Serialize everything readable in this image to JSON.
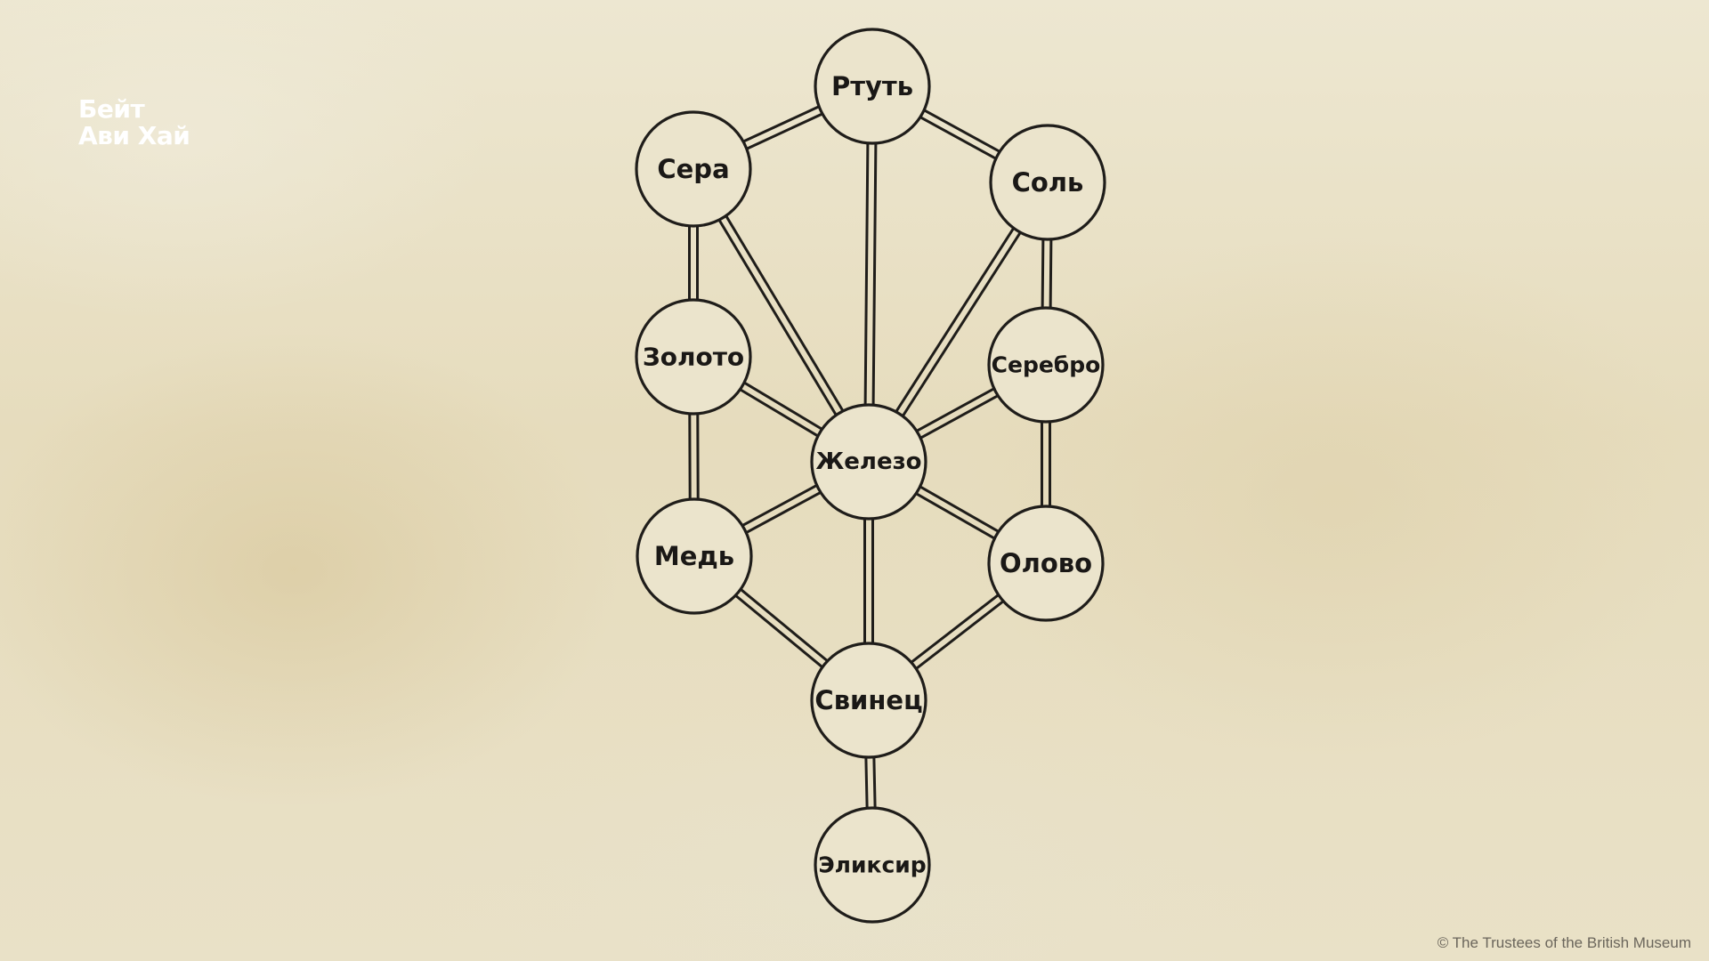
{
  "logo": {
    "line1": "Бейт",
    "line2": "Ави Хай"
  },
  "copyright": "© The Trustees of the British Museum",
  "diagram": {
    "nodes": [
      {
        "id": "rtut",
        "label": "Ртуть"
      },
      {
        "id": "sera",
        "label": "Сера"
      },
      {
        "id": "sol",
        "label": "Соль"
      },
      {
        "id": "zoloto",
        "label": "Золото"
      },
      {
        "id": "serebro",
        "label": "Серебро"
      },
      {
        "id": "zhelezo",
        "label": "Железо"
      },
      {
        "id": "med",
        "label": "Медь"
      },
      {
        "id": "olovo",
        "label": "Олово"
      },
      {
        "id": "svinets",
        "label": "Свинец"
      },
      {
        "id": "eliksir",
        "label": "Эликсир"
      }
    ],
    "edges": [
      [
        "rtut",
        "sera"
      ],
      [
        "rtut",
        "sol"
      ],
      [
        "rtut",
        "zhelezo"
      ],
      [
        "sera",
        "zoloto"
      ],
      [
        "sera",
        "zhelezo"
      ],
      [
        "sol",
        "serebro"
      ],
      [
        "sol",
        "zhelezo"
      ],
      [
        "zoloto",
        "med"
      ],
      [
        "zoloto",
        "zhelezo"
      ],
      [
        "serebro",
        "olovo"
      ],
      [
        "serebro",
        "zhelezo"
      ],
      [
        "zhelezo",
        "med"
      ],
      [
        "zhelezo",
        "olovo"
      ],
      [
        "zhelezo",
        "svinets"
      ],
      [
        "med",
        "svinets"
      ],
      [
        "olovo",
        "svinets"
      ],
      [
        "svinets",
        "eliksir"
      ]
    ]
  }
}
